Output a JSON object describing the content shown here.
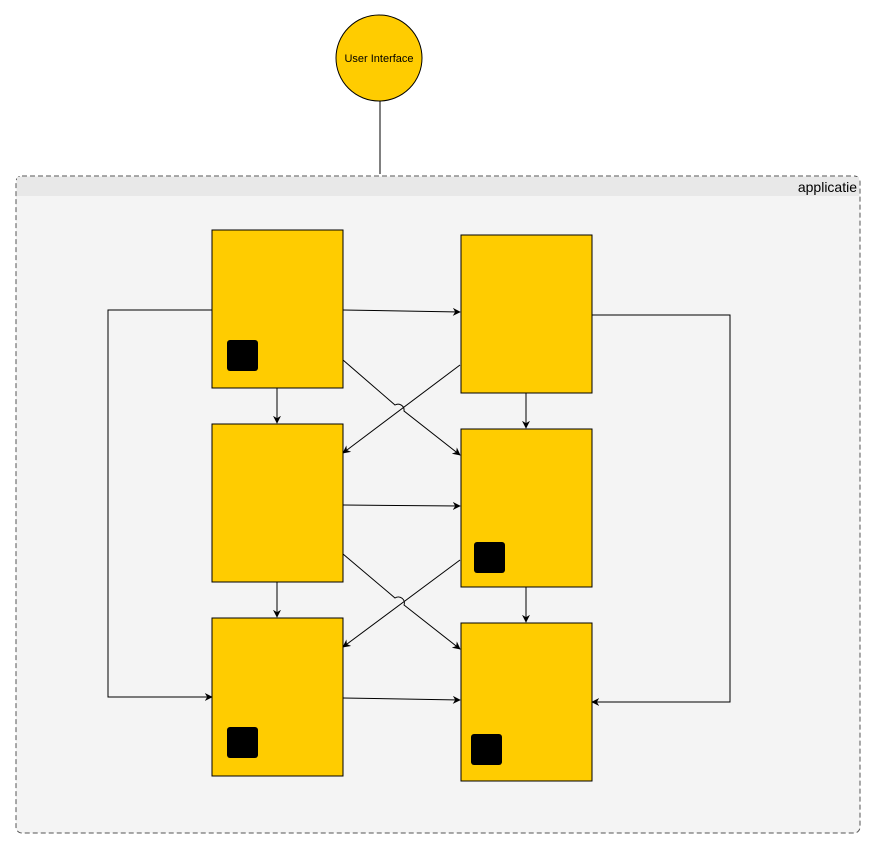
{
  "ui_node": {
    "label": "User Interface",
    "fill": "#ffcc00",
    "stroke": "#000000"
  },
  "container": {
    "label": "applicatie",
    "fill": "#f4f4f4",
    "header_fill": "#e8e8e8",
    "stroke": "#555555"
  },
  "colors": {
    "block_fill": "#ffcc00",
    "block_stroke": "#000000",
    "marker_fill": "#000000",
    "edge": "#000000"
  },
  "blocks": [
    {
      "id": "block-left-top",
      "marker": true
    },
    {
      "id": "block-right-top",
      "marker": false
    },
    {
      "id": "block-left-middle",
      "marker": false
    },
    {
      "id": "block-right-middle",
      "marker": true
    },
    {
      "id": "block-left-bottom",
      "marker": true
    },
    {
      "id": "block-right-bottom",
      "marker": true
    }
  ],
  "edges": [
    {
      "from": "block-left-top",
      "to": "block-right-top"
    },
    {
      "from": "block-left-top",
      "to": "block-left-middle"
    },
    {
      "from": "block-left-top",
      "to": "block-right-middle"
    },
    {
      "from": "block-left-top",
      "to": "block-left-bottom"
    },
    {
      "from": "block-right-top",
      "to": "block-right-middle"
    },
    {
      "from": "block-right-top",
      "to": "block-left-middle"
    },
    {
      "from": "block-right-top",
      "to": "block-right-bottom"
    },
    {
      "from": "block-left-middle",
      "to": "block-right-middle"
    },
    {
      "from": "block-left-middle",
      "to": "block-left-bottom"
    },
    {
      "from": "block-left-middle",
      "to": "block-right-bottom"
    },
    {
      "from": "block-right-middle",
      "to": "block-right-bottom"
    },
    {
      "from": "block-right-middle",
      "to": "block-left-bottom"
    },
    {
      "from": "block-left-bottom",
      "to": "block-right-bottom"
    },
    {
      "from": "user-interface-node",
      "to": "applicatie-container"
    }
  ]
}
